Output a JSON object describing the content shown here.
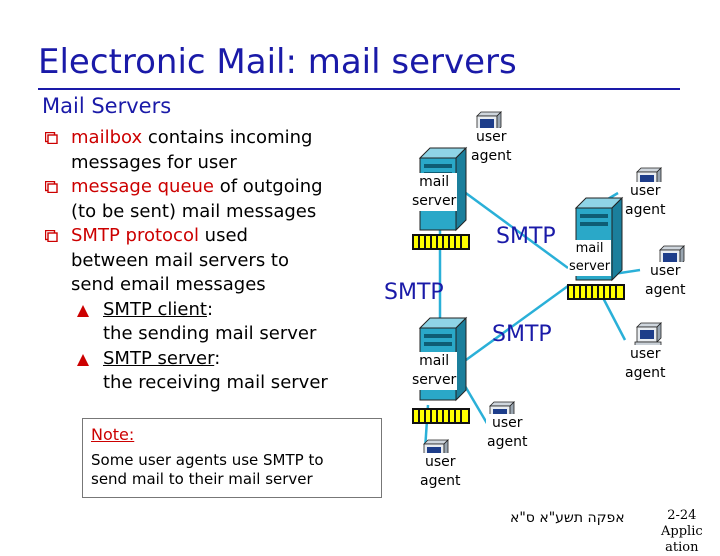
{
  "slide": {
    "title": "Electronic Mail: mail servers",
    "subheading": "Mail Servers",
    "bullets": {
      "b1": {
        "em": "mailbox",
        "rest1": " contains incoming",
        "line2": "messages for user"
      },
      "b2": {
        "em": "message queue",
        "rest1": " of outgoing",
        "line2": "(to be sent) mail messages"
      },
      "b3": {
        "em": "SMTP protocol",
        "rest1": " used",
        "line2": "between mail servers to",
        "line3": "send email messages"
      },
      "s1": {
        "underlined": "SMTP client",
        "colon": ":",
        "line2": "the sending mail server"
      },
      "s2": {
        "underlined": "SMTP server",
        "colon": ":",
        "line2": "the receiving mail server"
      }
    },
    "note": {
      "title": "Note:",
      "line1": "Some user agents use SMTP to",
      "line2": "send mail to their mail server"
    },
    "footer_text": "אפקה תשע\"א ס\"א",
    "slide_number_a": "2-24",
    "slide_number_b": "Applic",
    "slide_number_c": "ation"
  },
  "diagram": {
    "protocol_label": "SMTP",
    "ua_top": {
      "line1": "user",
      "line2": "agent"
    },
    "server_left_top": {
      "line1": "mail",
      "line2": "server"
    },
    "ua_right_top": {
      "line1": "user",
      "line2": "agent"
    },
    "server_right": {
      "line1": "mail",
      "line2": "server"
    },
    "ua_right_mid": {
      "line1": "user",
      "line2": "agent"
    },
    "server_left_bottom": {
      "line1": "mail",
      "line2": "server"
    },
    "ua_right_bottom": {
      "line1": "user",
      "line2": "agent"
    },
    "ua_center_bottom": {
      "line1": "user",
      "line2": "agent"
    },
    "ua_left_bottom": {
      "line1": "user",
      "line2": "agent"
    }
  },
  "colors": {
    "title": "#1a1aa8",
    "emphasis": "#cc0000",
    "server_body": "#2aa8c8",
    "mailbox_cell": "#ffff00",
    "link_line": "#2ab0d8"
  }
}
